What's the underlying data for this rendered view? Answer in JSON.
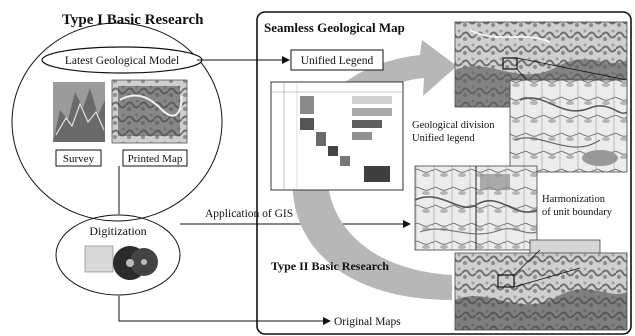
{
  "type1": {
    "title": "Type I Basic Research",
    "latest_model": "Latest Geological Model",
    "survey": "Survey",
    "printed_map": "Printed Map",
    "digitization": "Digitization"
  },
  "seamless": {
    "title": "Seamless Geological Map",
    "unified_legend": "Unified Legend",
    "division_line1": "Geological division",
    "division_line2": "Unified legend",
    "harmonization_line1": "Harmonization",
    "harmonization_line2": "of unit boundary",
    "type2_title": "Type II Basic Research"
  },
  "flows": {
    "gis": "Application of GIS",
    "original_maps": "Original Maps"
  },
  "colors": {
    "arrow_gray": "#b7b7b7",
    "map_dark": "#555555",
    "map_mid": "#8a8a8a",
    "map_light": "#d6d6d6"
  }
}
